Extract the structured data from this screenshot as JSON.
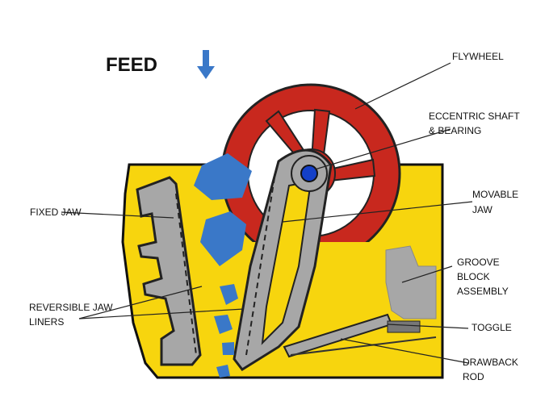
{
  "title": "FEED",
  "labels": {
    "flywheel": "FLYWHEEL",
    "eccentric_1": "ECCENTRIC SHAFT",
    "eccentric_2": "& BEARING",
    "movable_1": "MOVABLE",
    "movable_2": "JAW",
    "fixed_jaw": "FIXED JAW",
    "groove_1": "GROOVE",
    "groove_2": "BLOCK",
    "groove_3": "ASSEMBLY",
    "reversible_1": "REVERSIBLE JAW",
    "reversible_2": "LINERS",
    "toggle": "TOGGLE",
    "drawback_1": "DRAWBACK",
    "drawback_2": "ROD"
  },
  "colors": {
    "frame": "#f7d50e",
    "flywheel": "#c8281e",
    "jaw": "#a7a7a7",
    "rock": "#3a78c8",
    "shaft": "#1440c8",
    "feed_arrow": "#3a78c8"
  }
}
